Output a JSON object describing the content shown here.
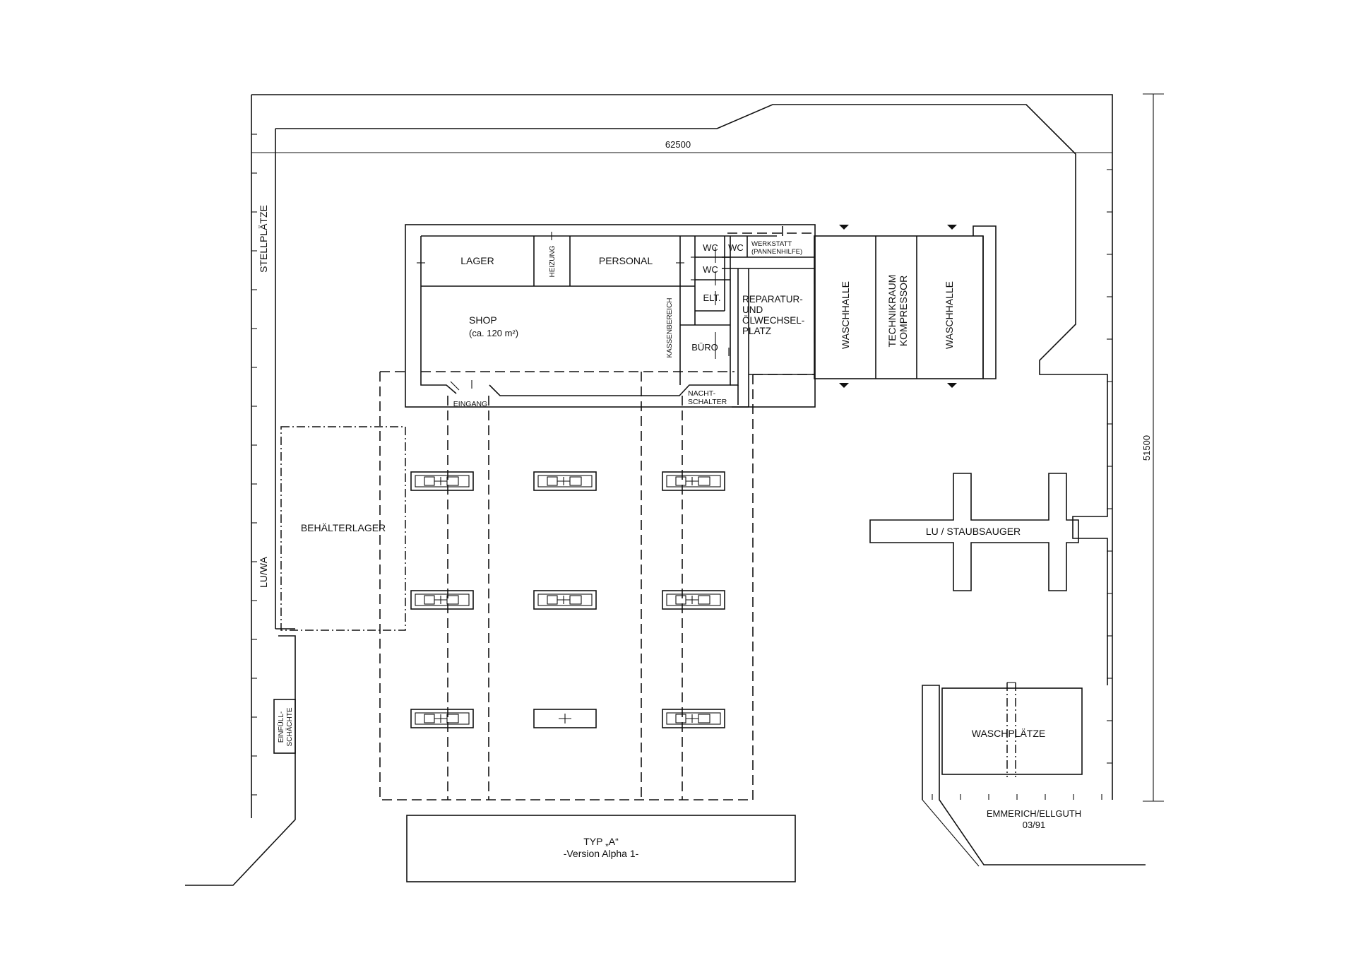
{
  "dimensions": {
    "width": "62500",
    "depth": "51500"
  },
  "side_labels": {
    "stellplaetze": "STELLPLÄTZE",
    "luwa": "LU/WA"
  },
  "rooms": {
    "lager": "LAGER",
    "heizung": "HEIZUNG",
    "personal": "PERSONAL",
    "wc1": "WC",
    "wc2": "WC",
    "wc3": "WC",
    "werkstatt_line1": "WERKSTATT",
    "werkstatt_line2": "(PANNENHILFE)",
    "elt": "ELT.",
    "shop": "SHOP",
    "shop_area": "(ca. 120 m²)",
    "kassenbereich": "KASSENBEREICH",
    "buero": "BÜRO",
    "reparatur_line1": "REPARATUR-",
    "reparatur_line2": "UND",
    "reparatur_line3": "ÖLWECHSEL-",
    "reparatur_line4": "PLATZ",
    "eingang": "EINGANG",
    "nachtschalter_line1": "NACHT-",
    "nachtschalter_line2": "SCHALTER",
    "waschhalle_1": "WASCHHALLE",
    "technikraum_line1": "TECHNIKRAUM",
    "technikraum_line2": "KOMPRESSOR",
    "waschhalle_2": "WASCHHALLE"
  },
  "site": {
    "behaelterlager": "BEHÄLTERLAGER",
    "einfuell_line1": "EINFÜLL-",
    "einfuell_line2": "SCHÄCHTE",
    "staubsauger": "LU / STAUBSAUGER",
    "waschplaetze": "WASCHPLÄTZE"
  },
  "credits": {
    "authors": "EMMERICH/ELLGUTH",
    "date": "03/91"
  },
  "title_block": {
    "title": "TYP „A“",
    "subtitle": "-Version Alpha 1-"
  }
}
